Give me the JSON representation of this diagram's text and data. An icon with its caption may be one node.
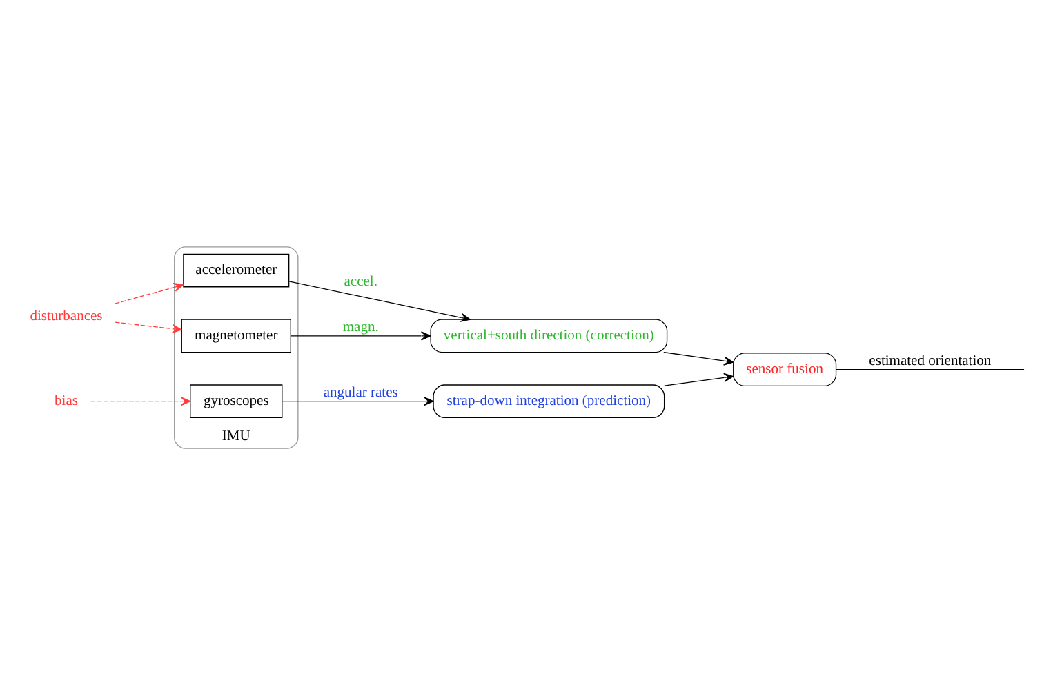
{
  "diagram": {
    "nodes": [
      {
        "text": [
          "IMU"
        ]
      },
      {
        "text": [
          "accelerometer"
        ],
        "in": 0
      },
      {
        "text": [
          "magnetometer"
        ],
        "in": 0
      },
      {
        "text": [
          "gyroscopes"
        ],
        "in": 0
      },
      {
        "text": [
          "disturbances"
        ]
      },
      {
        "text": [
          "bias"
        ]
      },
      {
        "text": [
          "vertical+south direction (correction)"
        ]
      },
      {
        "text": [
          "sensor fusion"
        ]
      },
      {
        "text": [
          "strap-down integration (prediction)"
        ]
      }
    ],
    "edges": [
      {
        "from": 4,
        "to": 1,
        "arrow": "to",
        "style": "dashed",
        "color": "#ff3b3b"
      },
      {
        "from": 4,
        "to": 2,
        "arrow": "to",
        "style": "dashed",
        "color": "#ff3b3b"
      },
      {
        "from": 5,
        "to": 3,
        "arrow": "to",
        "style": "dashed",
        "color": "#ff3b3b"
      },
      {
        "from": 1,
        "to": 6,
        "label": "accel.",
        "arrow": "to"
      },
      {
        "from": 2,
        "to": 6,
        "label": "magn.",
        "arrow": "to"
      },
      {
        "from": 3,
        "to": 8,
        "label": "angular rates",
        "arrow": "to"
      },
      {
        "from": 6,
        "to": 7,
        "arrow": "to"
      },
      {
        "from": 8,
        "to": 7,
        "arrow": "to"
      },
      {
        "from": 7,
        "to": null,
        "label": "estimated orientation",
        "arrow": "none"
      }
    ]
  }
}
